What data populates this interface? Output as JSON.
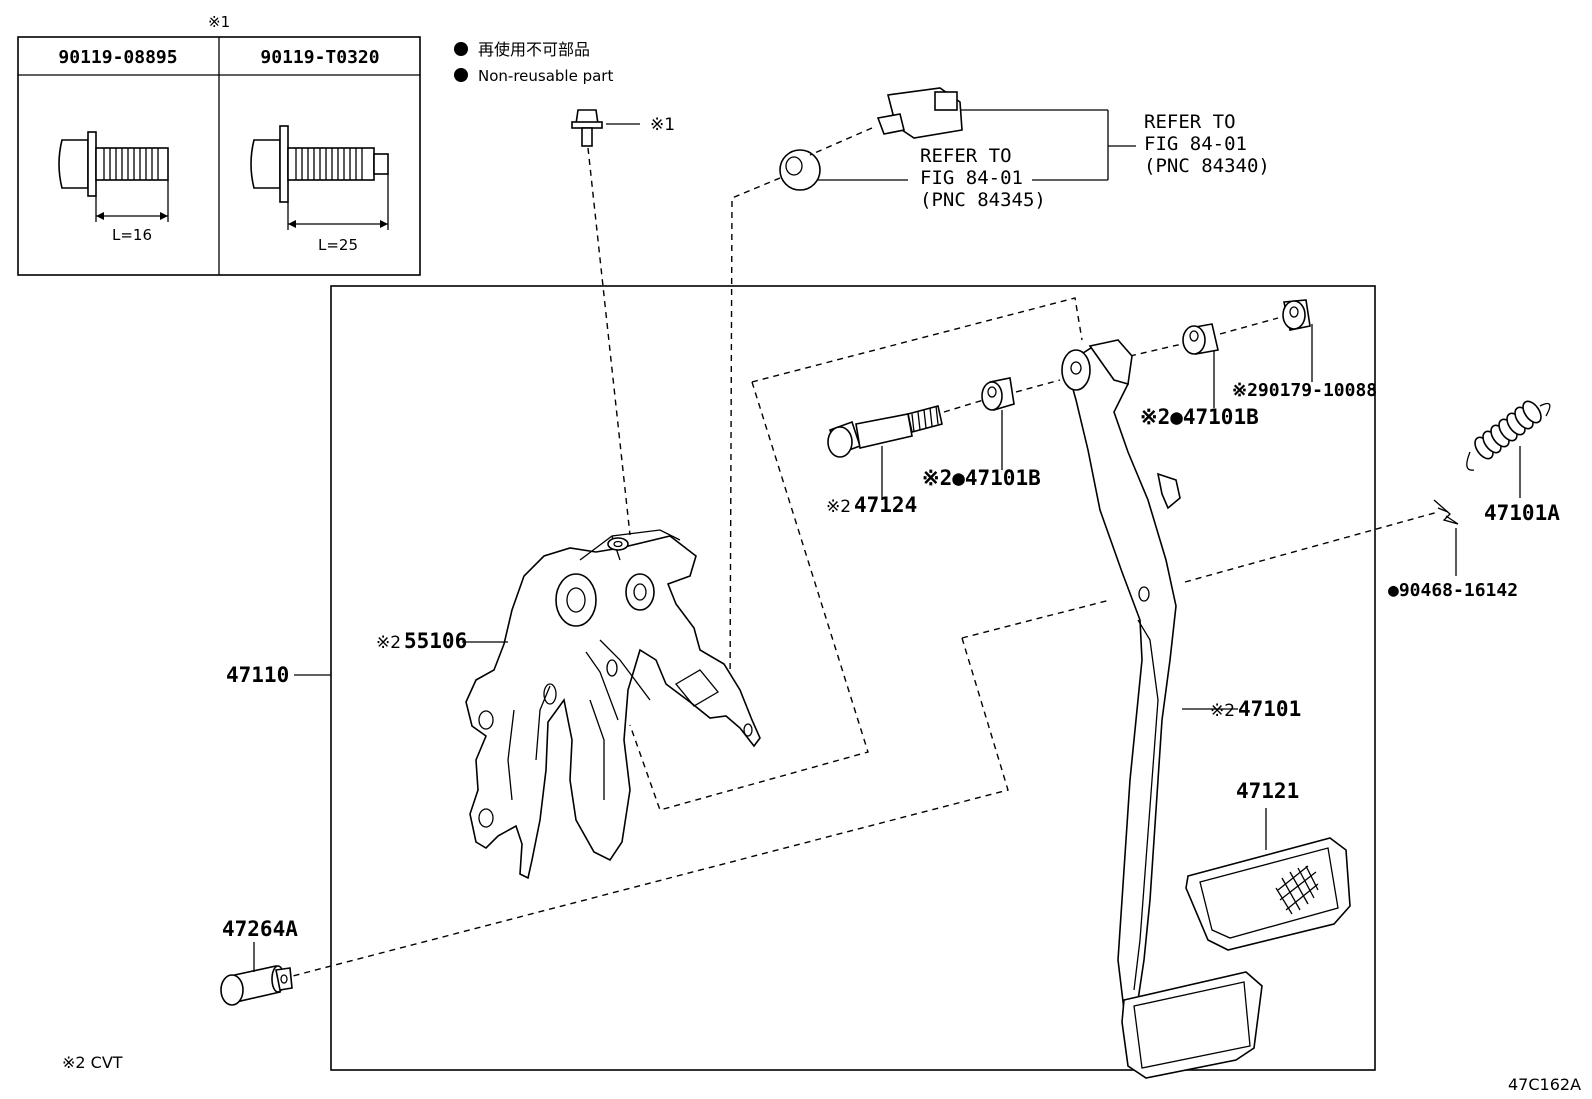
{
  "legend": {
    "note_symbol": "※1",
    "col1_part": "90119-08895",
    "col2_part": "90119-T0320",
    "col1_length": "L=16",
    "col2_length": "L=25",
    "nonreusable_jp": "再使用不可部品",
    "nonreusable_en": "Non-reusable part"
  },
  "labels": {
    "bolt_note": "※1",
    "refer_a_line1": "REFER TO",
    "refer_a_line2": "FIG 84-01",
    "refer_a_line3": "(PNC 84345)",
    "refer_b_line1": "REFER TO",
    "refer_b_line2": "FIG 84-01",
    "refer_b_line3": "(PNC 84340)",
    "p90179": "※290179-10088",
    "p47101b_upper": "※2●47101B",
    "p47101b_lower": "※2●47101B",
    "p47124_mark": "※2",
    "p47124": "47124",
    "p47101a": "47101A",
    "p90468": "●90468-16142",
    "p55106_mark": "※2",
    "p55106": "55106",
    "p47110": "47110",
    "p47101_mark": "※2",
    "p47101": "47101",
    "p47121": "47121",
    "p47264a": "47264A"
  },
  "footer": {
    "note": "※2 CVT",
    "figure_code": "47C162A"
  }
}
